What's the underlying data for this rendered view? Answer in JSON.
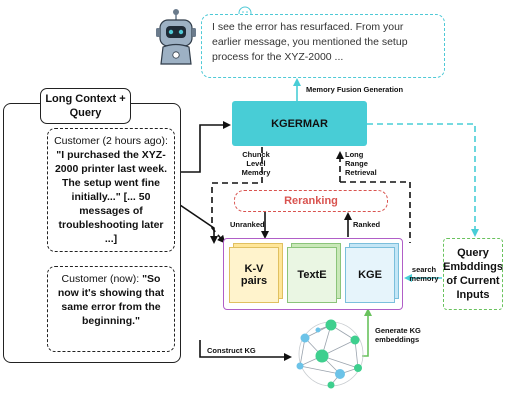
{
  "response": {
    "text": "I see the error has resurfaced. From your earlier message, you mentioned the setup process for the XYZ-2000 ..."
  },
  "edge_labels": {
    "memory_fusion": "Memory Fusion Generation",
    "chunk_memory": "Chunck Level Memory",
    "long_range": "Long Range Retrieval",
    "unranked": "Unranked",
    "ranked": "Ranked",
    "search_memory": "search memory",
    "construct_kg": "Construct KG",
    "generate_kg": "Generate KG embeddings"
  },
  "context_panel": {
    "title": "Long Context + Query",
    "messages": [
      {
        "speaker": "Customer (2 hours ago):",
        "quote": "\"I purchased the XYZ-2000 printer last week. The setup went fine initially...\" [... 50 messages of troubleshooting later ...]"
      },
      {
        "speaker": "Customer (now): ",
        "quote": "\"So now it's showing that same error from the beginning.\""
      }
    ]
  },
  "model": {
    "name": "KGERMAR"
  },
  "reranking": {
    "label": "Reranking"
  },
  "memory_store": {
    "items": [
      "K-V pairs",
      "TextE",
      "KGE"
    ]
  },
  "query_embeddings": {
    "label": "Query Embddings of Current Inputs"
  },
  "colors": {
    "teal": "#48cdd6",
    "teal_dashed": "#4fc9d6",
    "green": "#69c25d",
    "red": "#d9534f",
    "purple": "#b05ec7",
    "kv_card": "#fff3cc",
    "texte_card": "#eaf6e3",
    "kge_card": "#e6f4fb"
  }
}
